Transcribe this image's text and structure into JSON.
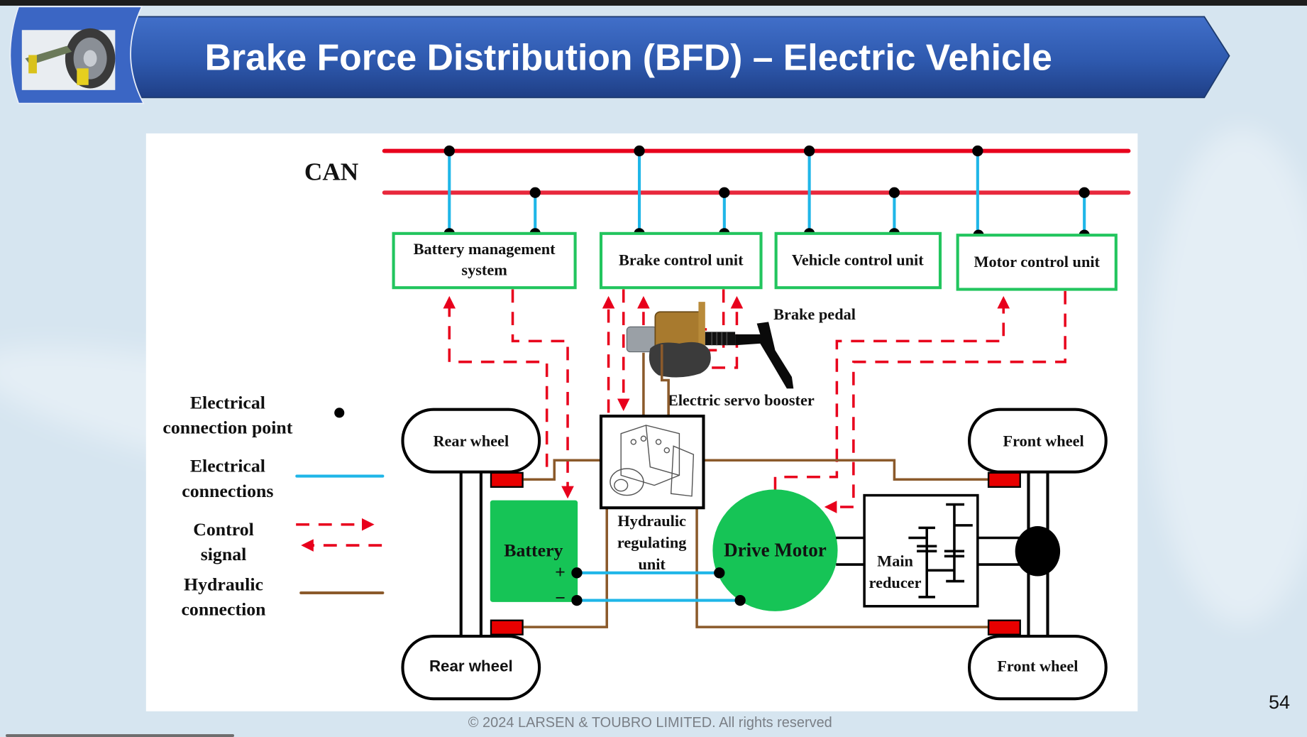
{
  "slide": {
    "title": "Brake Force Distribution (BFD) – Electric Vehicle",
    "page_number": "54",
    "footer": "© 2024 LARSEN & TOUBRO LIMITED. All rights reserved",
    "logo_icon": "car-suspension-wheel-image"
  },
  "colors": {
    "banner": "#2f5bb0",
    "can_bus": "#e8001c",
    "electrical": "#1fb6e8",
    "control_signal": "#e8001c",
    "hydraulic": "#8b5a2b",
    "ecu_border": "#22c55e",
    "battery_fill": "#16c456",
    "motor_fill": "#16c456",
    "brake_caliper": "#e80000",
    "background": "#d6e5f0"
  },
  "diagram": {
    "can_label": "CAN",
    "units": {
      "bms_line1": "Battery management",
      "bms_line2": "system",
      "bcu": "Brake control unit",
      "vcu": "Vehicle control unit",
      "mcu": "Motor control unit"
    },
    "components": {
      "brake_pedal": "Brake pedal",
      "servo_booster": "Electric servo booster",
      "hydraulic_line1": "Hydraulic",
      "hydraulic_line2": "regulating",
      "hydraulic_line3": "unit",
      "battery": "Battery",
      "battery_plus": "+",
      "battery_minus": "−",
      "drive_motor": "Drive Motor",
      "reducer_line1": "Main",
      "reducer_line2": "reducer",
      "rear_wheel_top": "Rear wheel",
      "rear_wheel_bottom": "Rear wheel",
      "front_wheel_top": "Front wheel",
      "front_wheel_bottom": "Front wheel"
    },
    "legend": {
      "items": [
        {
          "line1": "Electrical",
          "line2": "connection point",
          "symbol": "dot"
        },
        {
          "line1": "Electrical",
          "line2": "connections",
          "symbol": "blue-line"
        },
        {
          "line1": "Control",
          "line2": "signal",
          "symbol": "dashed-arrows"
        },
        {
          "line1": "Hydraulic",
          "line2": "connection",
          "symbol": "brown-line"
        }
      ]
    }
  }
}
